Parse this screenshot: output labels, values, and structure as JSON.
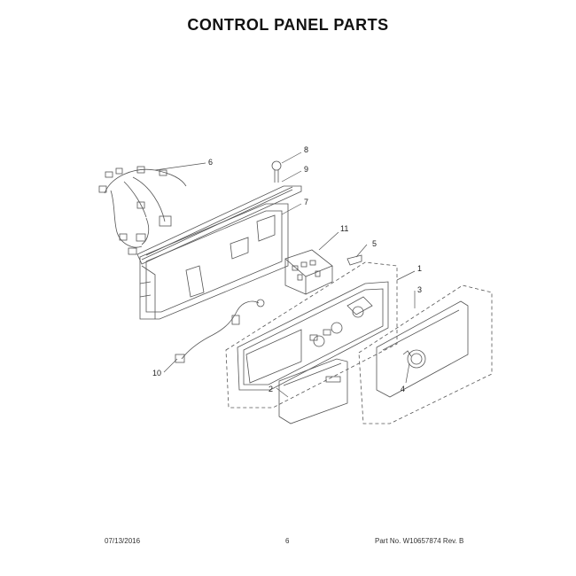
{
  "title": "CONTROL PANEL PARTS",
  "callouts": [
    "1",
    "2",
    "3",
    "4",
    "5",
    "6",
    "7",
    "8",
    "9",
    "10",
    "11"
  ],
  "footer": {
    "date": "07/13/2016",
    "page": "6",
    "part": "Part No. W10657874  Rev. B"
  }
}
